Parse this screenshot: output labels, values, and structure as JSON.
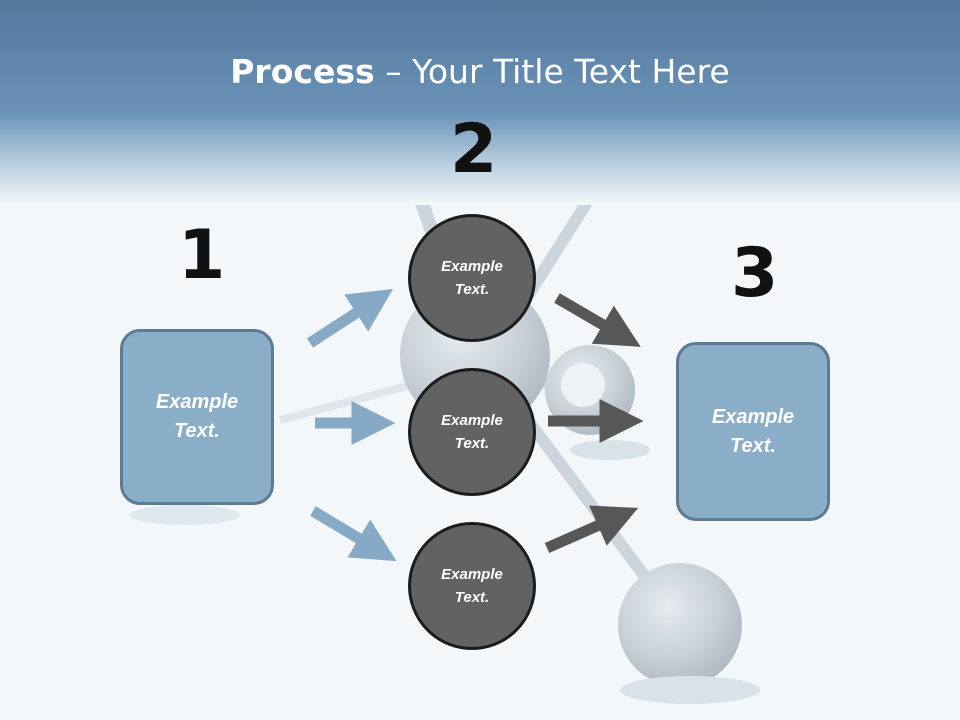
{
  "slide": {
    "title_bold": "Process",
    "title_rest": " – Your Title Text Here"
  },
  "steps": [
    {
      "number": "1",
      "text_line1": "Example",
      "text_line2": "Text."
    },
    {
      "number": "2"
    },
    {
      "number": "3",
      "text_line1": "Example",
      "text_line2": "Text."
    }
  ],
  "circles": [
    {
      "text_line1": "Example",
      "text_line2": "Text."
    },
    {
      "text_line1": "Example",
      "text_line2": "Text."
    },
    {
      "text_line1": "Example",
      "text_line2": "Text."
    }
  ],
  "colors": {
    "header": "#5e87aa",
    "box_fill": "#8aaec8",
    "circle_fill": "#626262",
    "arrow_blue": "#86aac5",
    "arrow_gray": "#575757"
  }
}
